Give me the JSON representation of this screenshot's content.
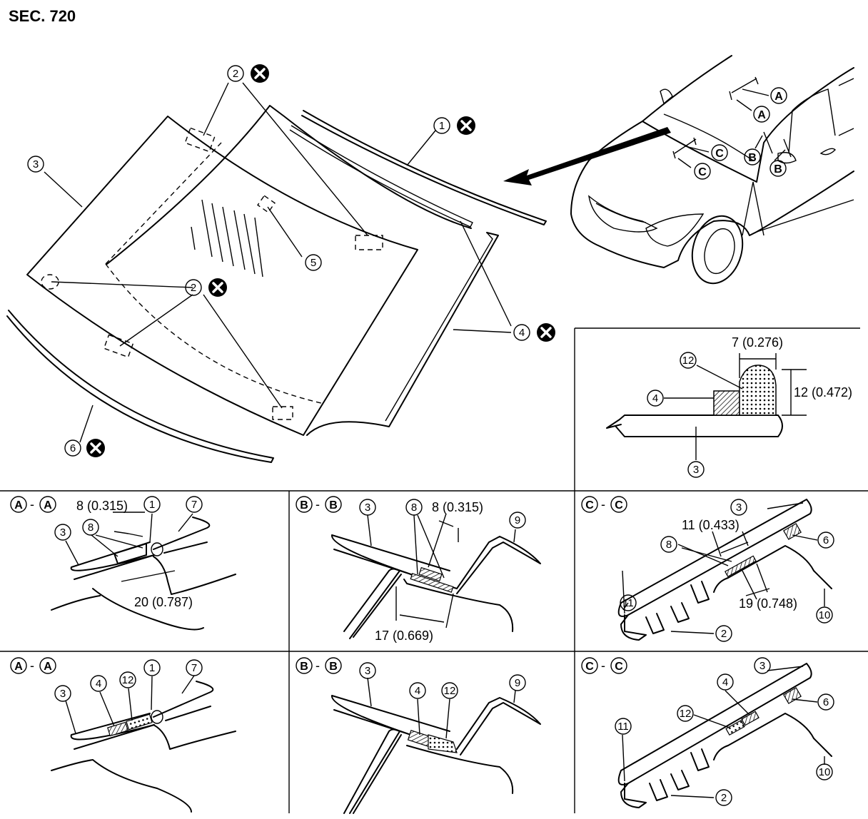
{
  "section_title": "SEC. 720",
  "callouts": {
    "c1": "1",
    "c2": "2",
    "c3": "3",
    "c4": "4",
    "c5": "5",
    "c6": "6",
    "c7": "7",
    "c8": "8",
    "c9": "9",
    "c10": "10",
    "c11": "11",
    "c12": "12"
  },
  "section_letters": {
    "a": "A",
    "b": "B",
    "c": "C"
  },
  "dimensions": {
    "bead_width": "7 (0.276)",
    "bead_height": "12 (0.472)",
    "aa_spacer": "8 (0.315)",
    "aa_offset": "20 (0.787)",
    "bb_spacer": "8 (0.315)",
    "bb_offset": "17 (0.669)",
    "cc_spacer": "11 (0.433)",
    "cc_offset": "19 (0.748)"
  },
  "symbols": {
    "do_not_reuse": "do-not-reuse-icon",
    "section_dash": "-"
  },
  "colors": {
    "line": "#000000",
    "background": "#ffffff"
  }
}
